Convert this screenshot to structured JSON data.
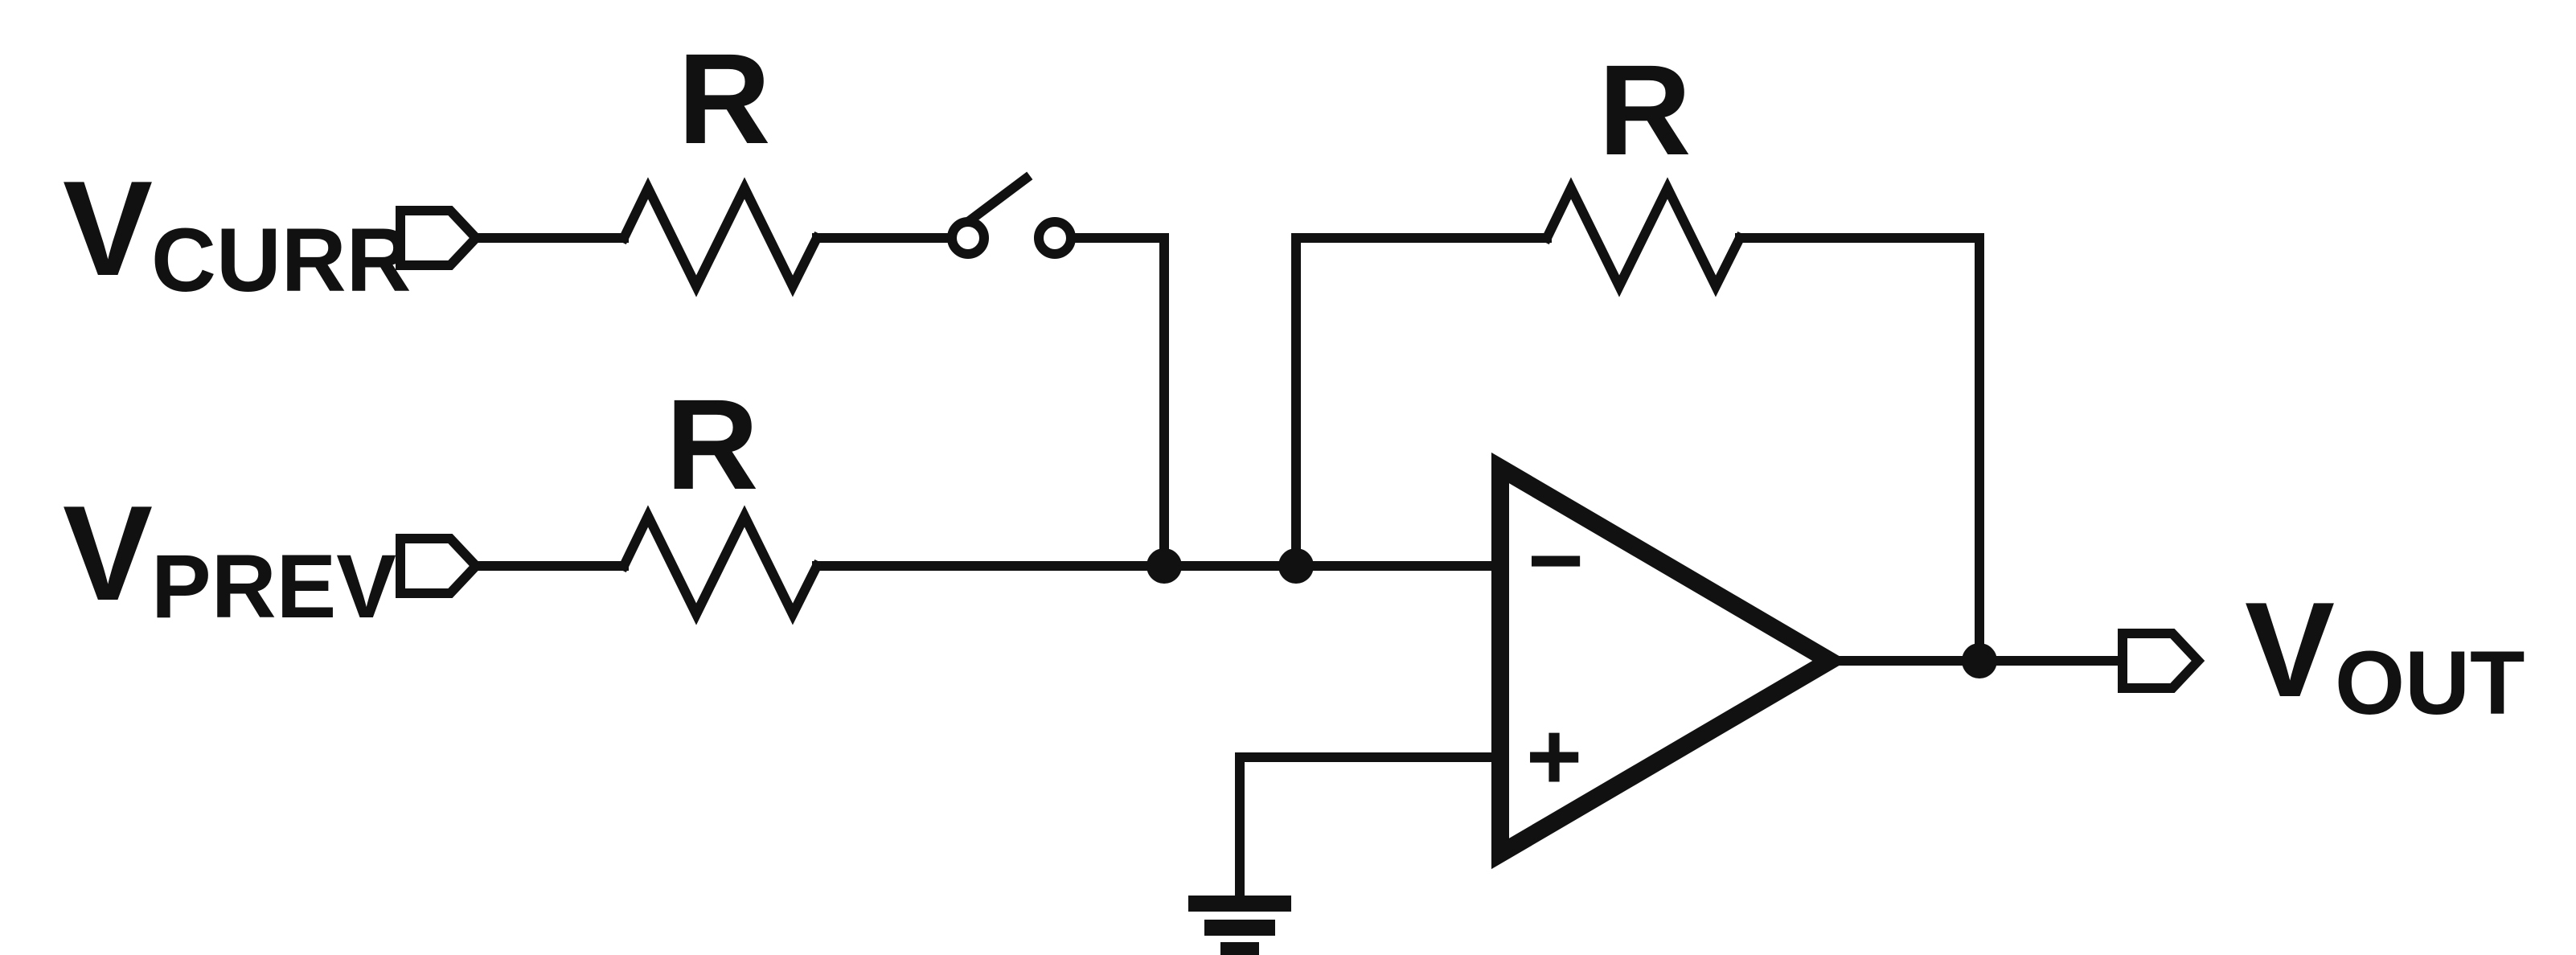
{
  "diagram": {
    "inputs": [
      {
        "main": "V",
        "sub": "CURR"
      },
      {
        "main": "V",
        "sub": "PREV"
      }
    ],
    "output": {
      "main": "V",
      "sub": "OUT"
    },
    "resistors": {
      "r_curr": "R",
      "r_prev": "R",
      "r_feedback": "R"
    },
    "opamp": {
      "inverting": "−",
      "non_inverting": "+"
    },
    "switch": "open",
    "ground": "ground"
  }
}
